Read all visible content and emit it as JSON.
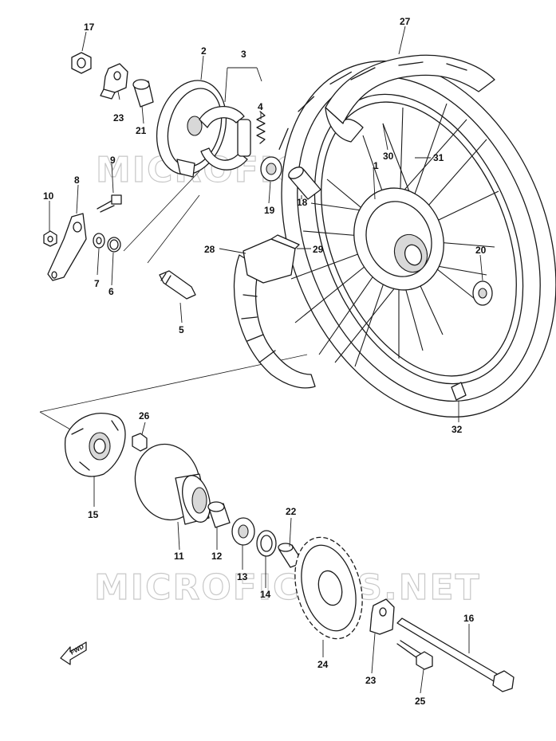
{
  "watermarks": [
    "MICROFICHES.NET",
    "MICROFICHES.NET"
  ],
  "direction_label": "FWD",
  "callouts": [
    "1",
    "2",
    "3",
    "4",
    "5",
    "6",
    "7",
    "8",
    "9",
    "10",
    "11",
    "12",
    "13",
    "14",
    "15",
    "16",
    "17",
    "18",
    "19",
    "20",
    "21",
    "22",
    "23",
    "23",
    "24",
    "25",
    "26",
    "27",
    "28",
    "29",
    "30",
    "31",
    "32"
  ]
}
